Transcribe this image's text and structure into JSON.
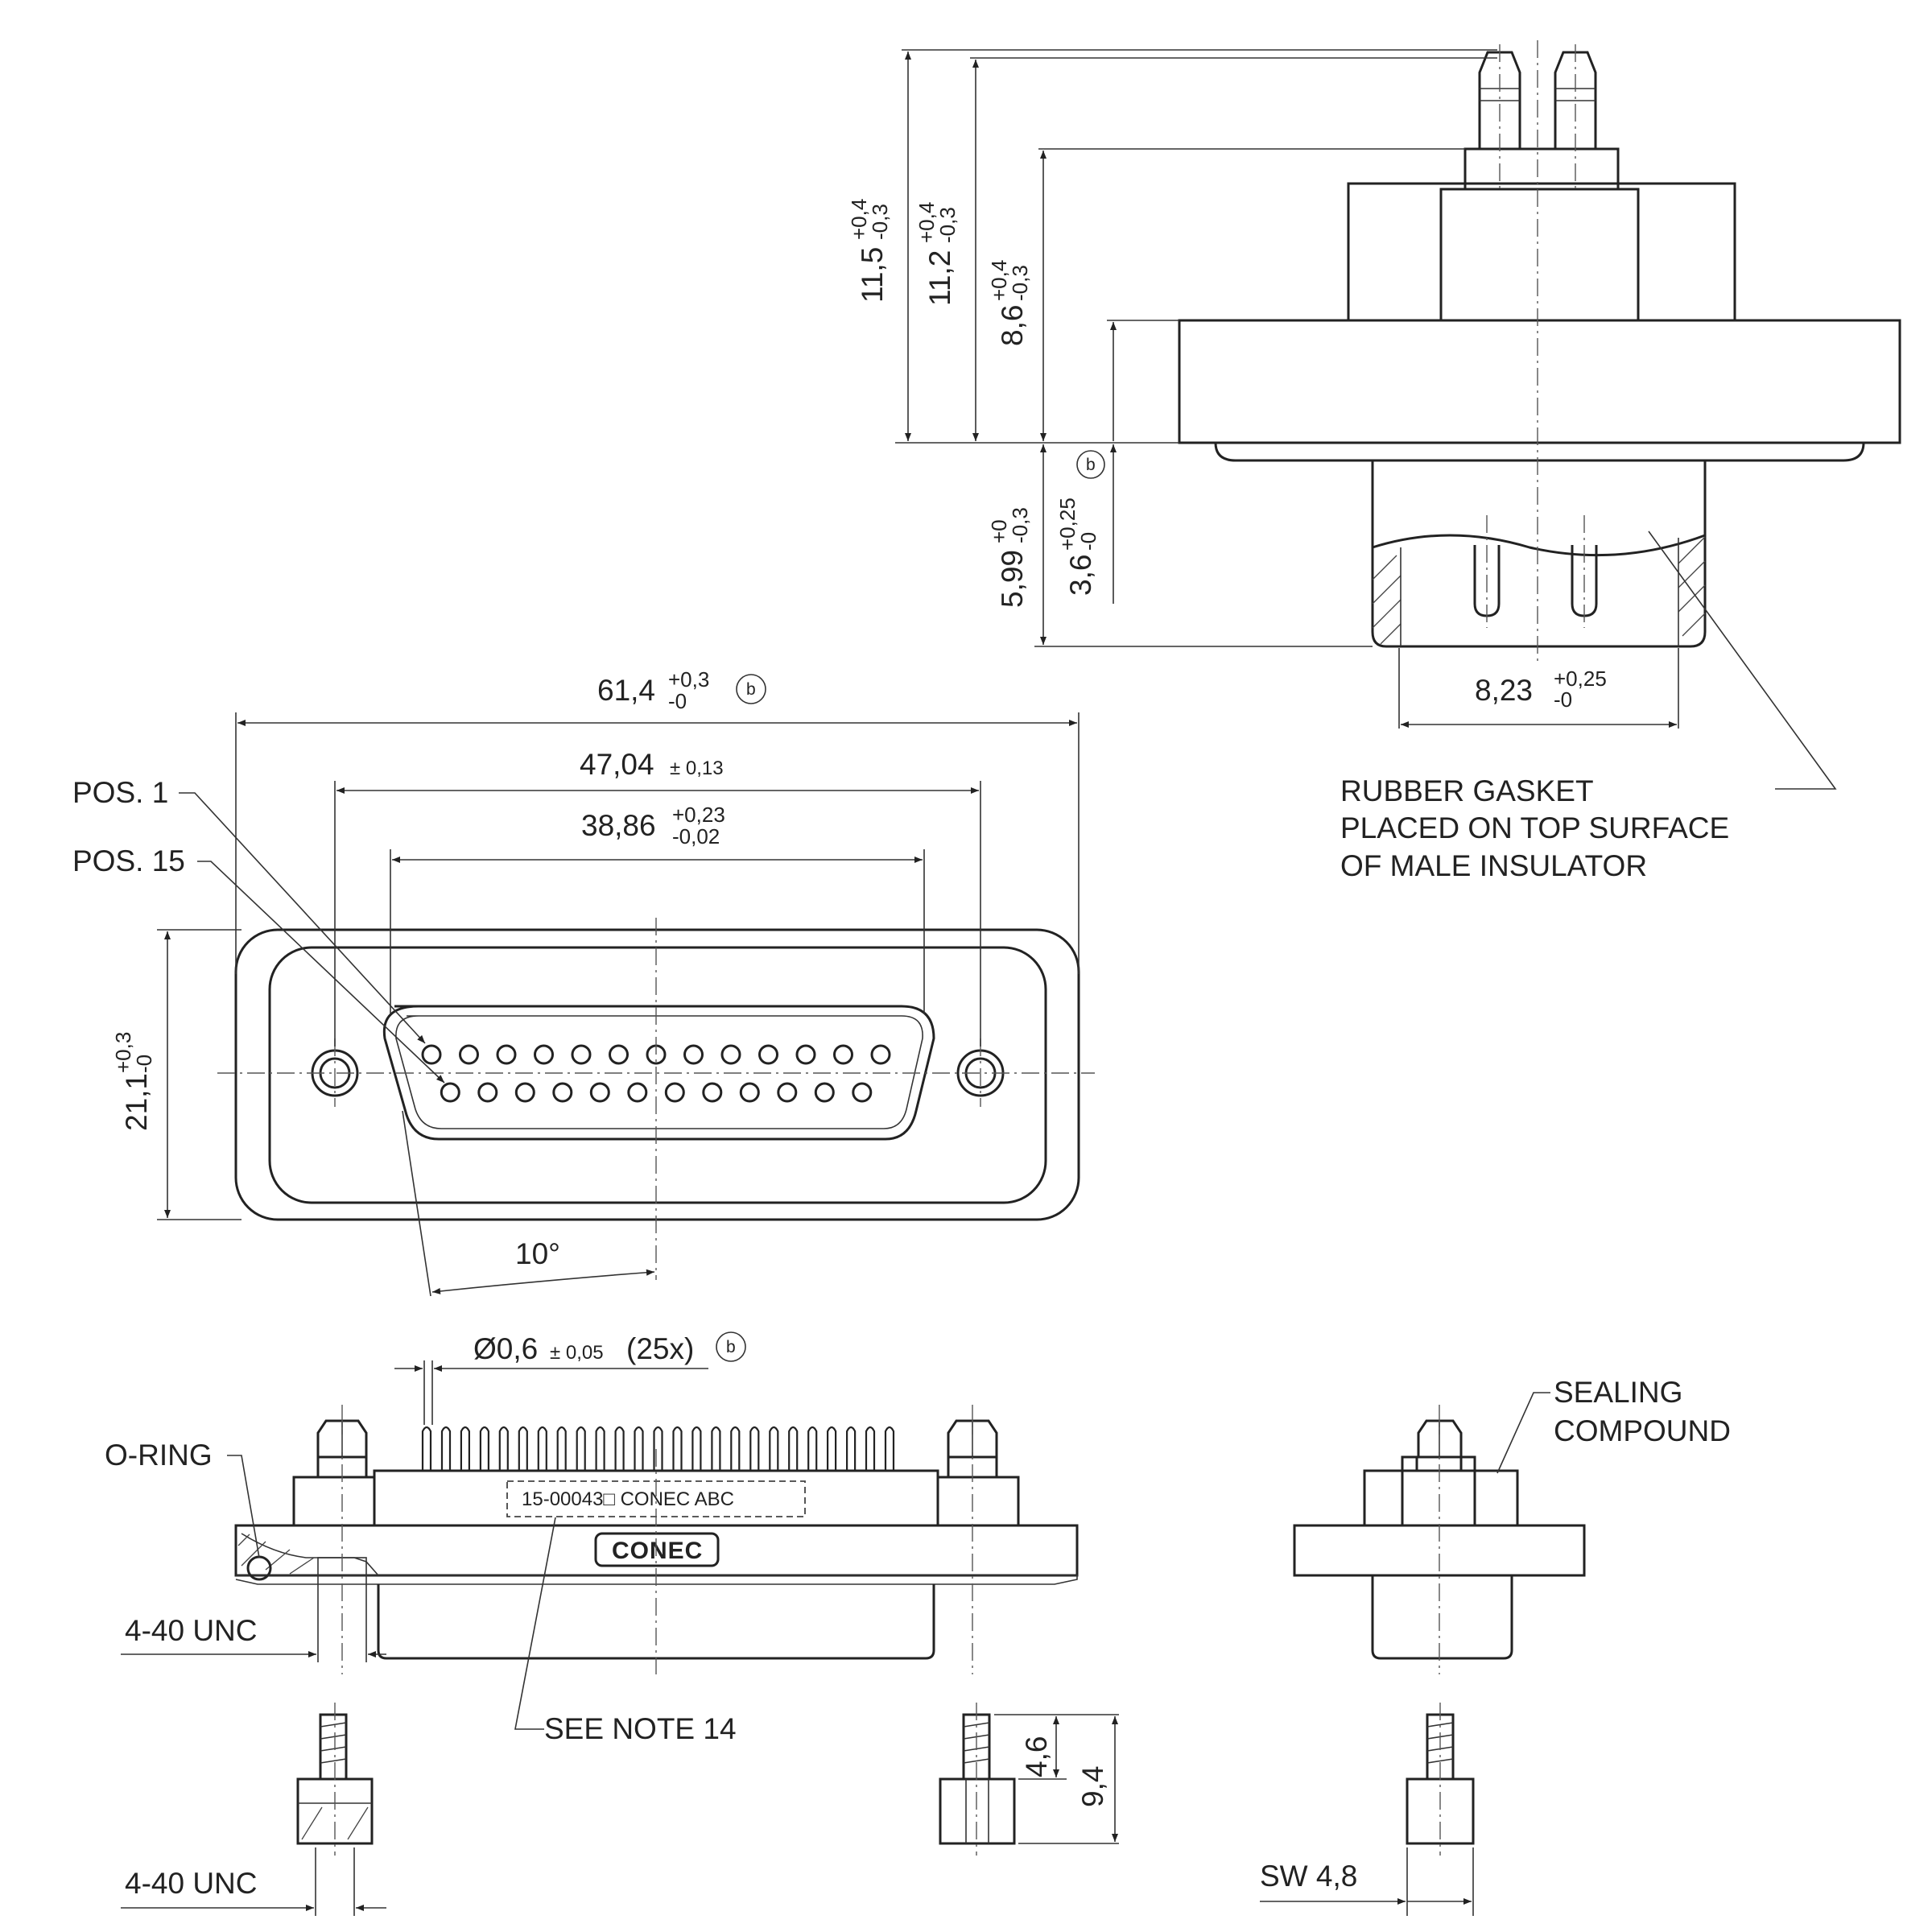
{
  "dimensions": {
    "h_11_5": {
      "nominal": "11,5",
      "tol_plus": "+0,4",
      "tol_minus": "-0,3"
    },
    "h_11_2": {
      "nominal": "11,2",
      "tol_plus": "+0,4",
      "tol_minus": "-0,3"
    },
    "h_8_6": {
      "nominal": "8,6",
      "tol_plus": "+0,4",
      "tol_minus": "-0,3"
    },
    "h_5_99": {
      "nominal": "5,99",
      "tol_plus": "+0",
      "tol_minus": "-0,3"
    },
    "h_3_6": {
      "nominal": "3,6",
      "tol_plus": "+0,25",
      "tol_minus": "-0"
    },
    "w_8_23": {
      "nominal": "8,23",
      "tol_plus": "+0,25",
      "tol_minus": "-0"
    },
    "w_61_4": {
      "nominal": "61,4",
      "tol_plus": "+0,3",
      "tol_minus": "-0"
    },
    "w_47_04": {
      "nominal": "47,04",
      "tol": "± 0,13"
    },
    "w_38_86": {
      "nominal": "38,86",
      "tol_plus": "+0,23",
      "tol_minus": "-0,02"
    },
    "h_21_1": {
      "nominal": "21,1",
      "tol_plus": "+0,3",
      "tol_minus": "-0"
    },
    "angle": "10°",
    "pin_dia": {
      "nominal": "Ø0,6",
      "tol": "± 0,05",
      "count": "(25x)"
    },
    "h_4_6": "4,6",
    "h_9_4": "9,4",
    "sw": "SW 4,8"
  },
  "circled_note": "b",
  "labels": {
    "gasket_line1": "RUBBER GASKET",
    "gasket_line2": "PLACED ON TOP SURFACE",
    "gasket_line3": "OF MALE INSULATOR",
    "pos1": "POS. 1",
    "pos15": "POS. 15",
    "oring": "O-RING",
    "unc_upper": "4-40 UNC",
    "unc_lower": "4-40 UNC",
    "see_note": "SEE NOTE 14",
    "sealing1": "SEALING",
    "sealing2": "COMPOUND",
    "marking": "15-00043□ CONEC ABC"
  },
  "logo": "CONEC",
  "connector": {
    "row1_pins": 13,
    "row2_pins": 12
  }
}
